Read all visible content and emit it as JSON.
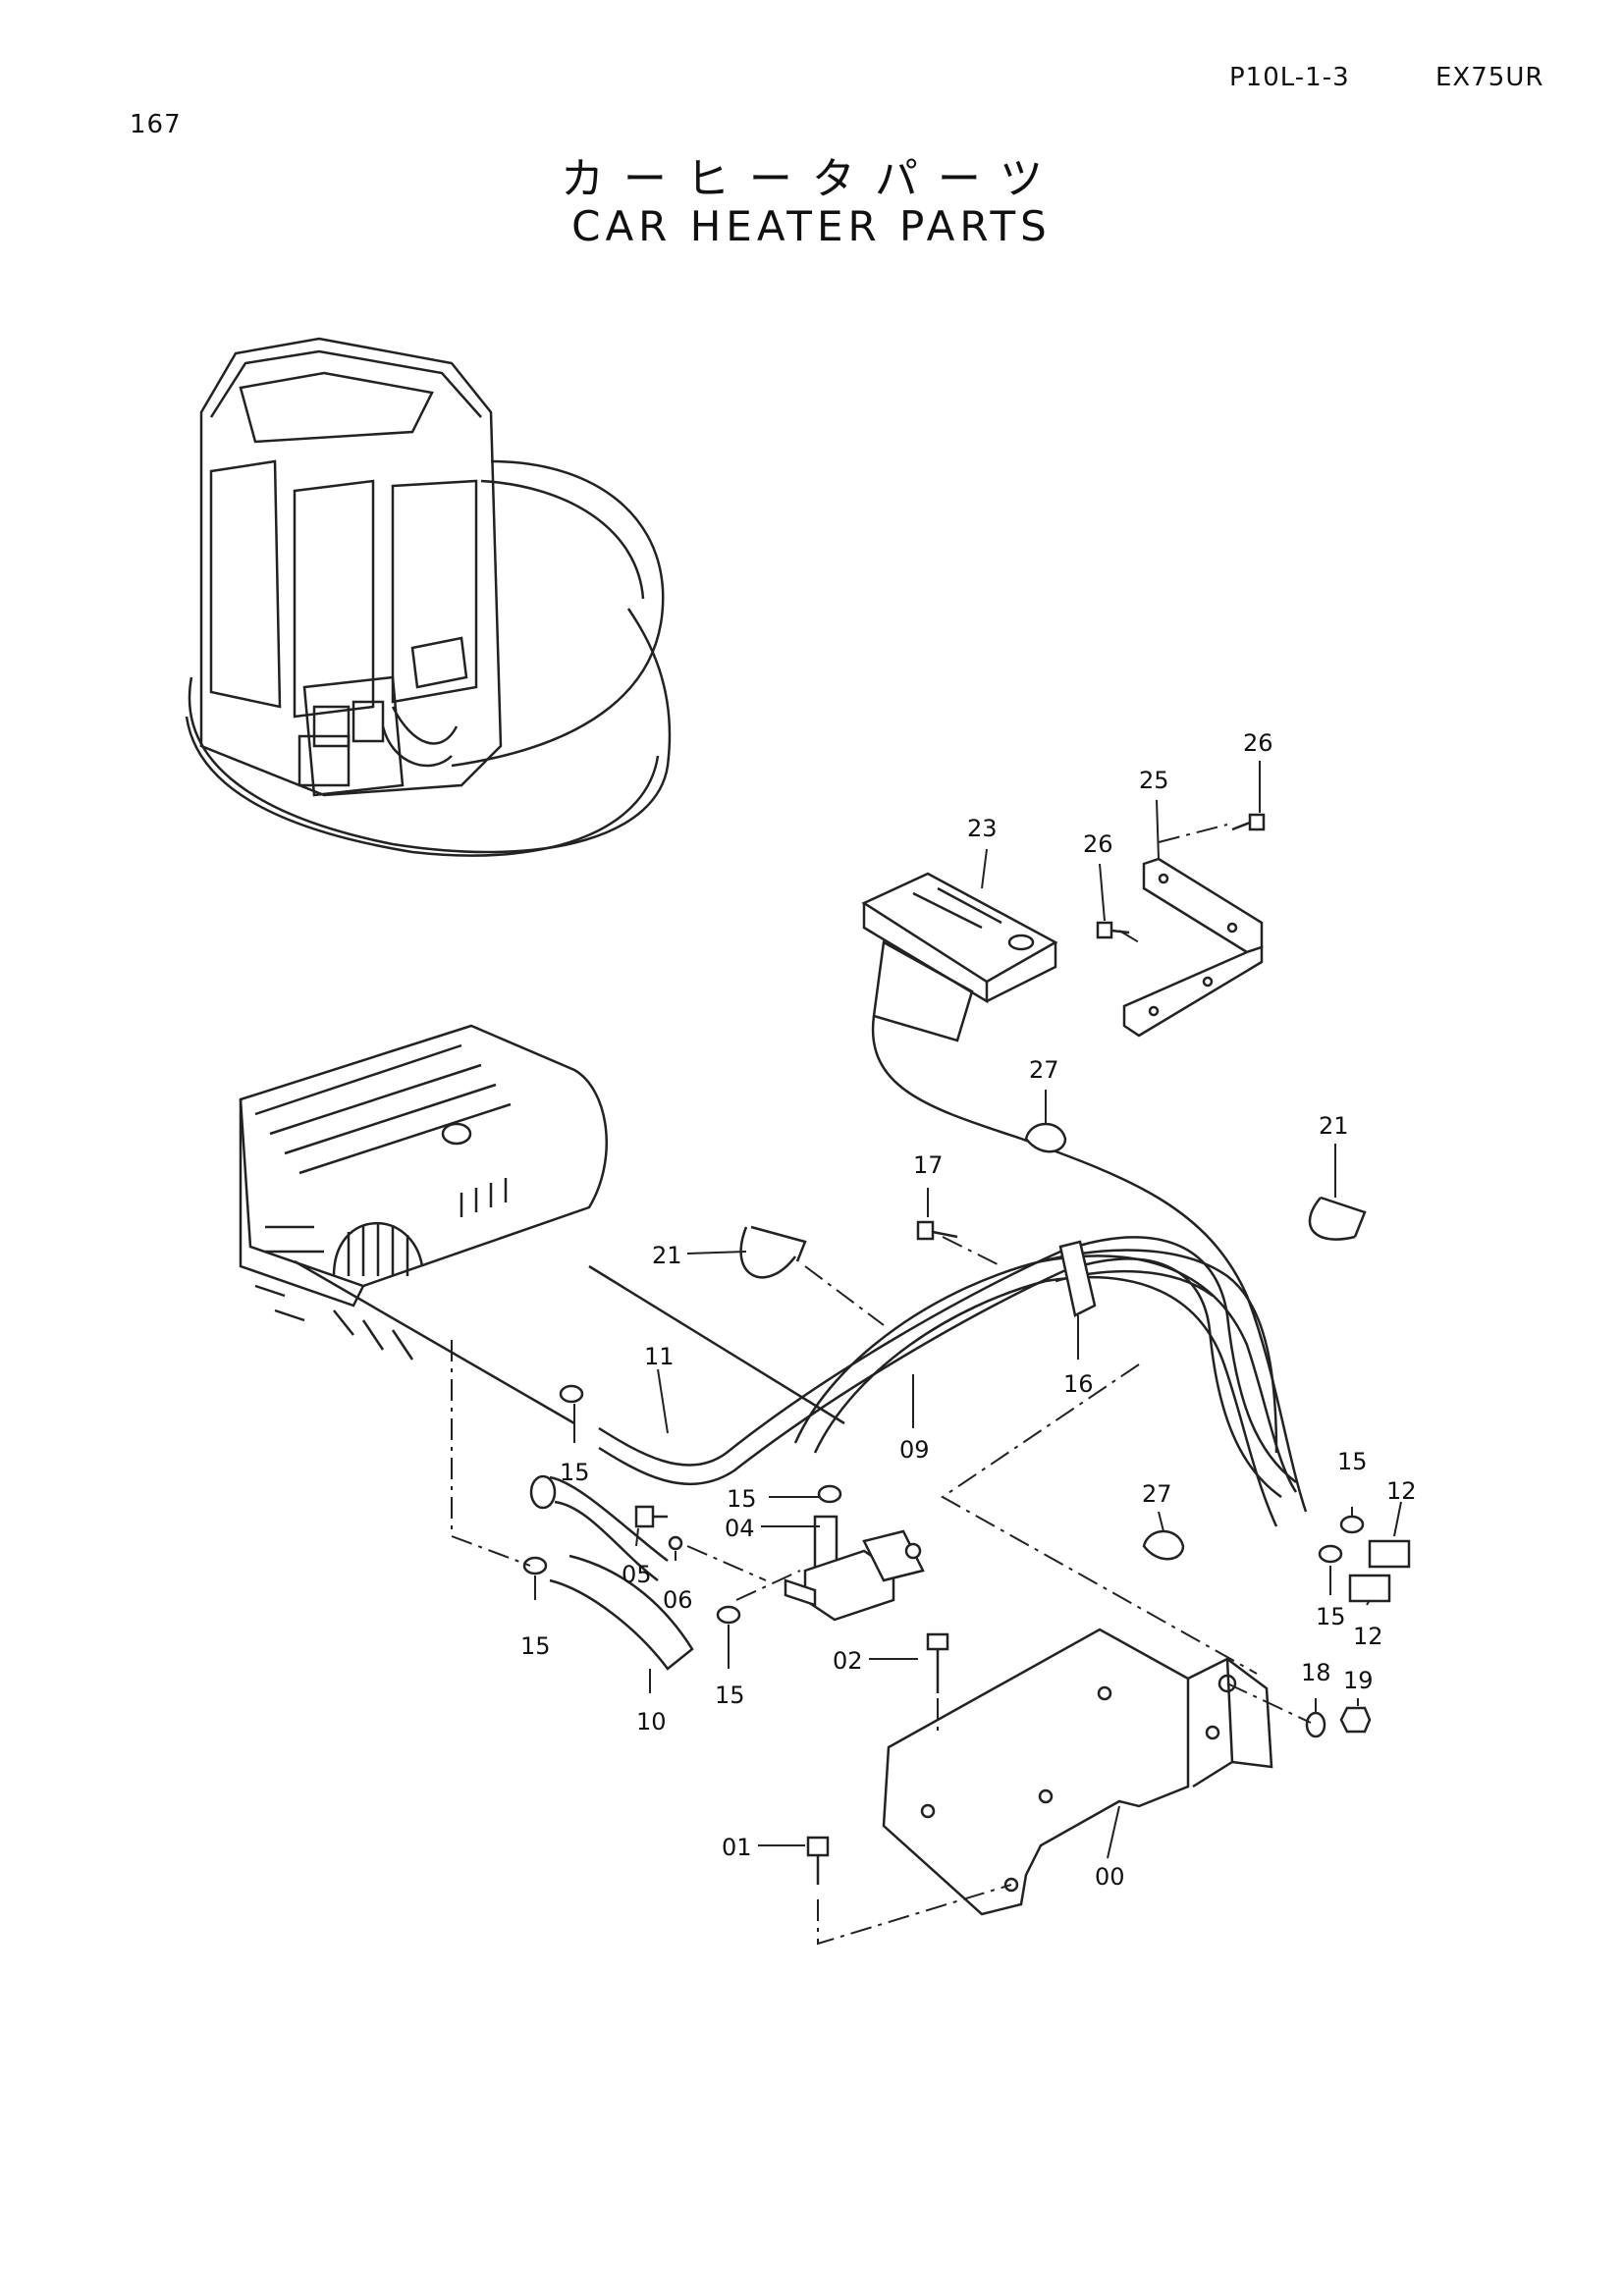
{
  "header": {
    "page_number": "167",
    "page_code": "P10L-1-3",
    "model": "EX75UR"
  },
  "title": {
    "japanese": "カーヒータパーツ",
    "english": "CAR HEATER PARTS"
  },
  "callouts": [
    {
      "id": "c00",
      "label": "00"
    },
    {
      "id": "c01",
      "label": "01"
    },
    {
      "id": "c02",
      "label": "02"
    },
    {
      "id": "c04",
      "label": "04"
    },
    {
      "id": "c05",
      "label": "05"
    },
    {
      "id": "c06",
      "label": "06"
    },
    {
      "id": "c09",
      "label": "09"
    },
    {
      "id": "c10",
      "label": "10"
    },
    {
      "id": "c11",
      "label": "11"
    },
    {
      "id": "c12a",
      "label": "12"
    },
    {
      "id": "c12b",
      "label": "12"
    },
    {
      "id": "c15a",
      "label": "15"
    },
    {
      "id": "c15b",
      "label": "15"
    },
    {
      "id": "c15c",
      "label": "15"
    },
    {
      "id": "c15d",
      "label": "15"
    },
    {
      "id": "c15e",
      "label": "15"
    },
    {
      "id": "c15f",
      "label": "15"
    },
    {
      "id": "c16",
      "label": "16"
    },
    {
      "id": "c17",
      "label": "17"
    },
    {
      "id": "c18",
      "label": "18"
    },
    {
      "id": "c19",
      "label": "19"
    },
    {
      "id": "c21a",
      "label": "21"
    },
    {
      "id": "c21b",
      "label": "21"
    },
    {
      "id": "c23",
      "label": "23"
    },
    {
      "id": "c25",
      "label": "25"
    },
    {
      "id": "c26a",
      "label": "26"
    },
    {
      "id": "c26b",
      "label": "26"
    },
    {
      "id": "c27a",
      "label": "27"
    },
    {
      "id": "c27b",
      "label": "27"
    }
  ]
}
